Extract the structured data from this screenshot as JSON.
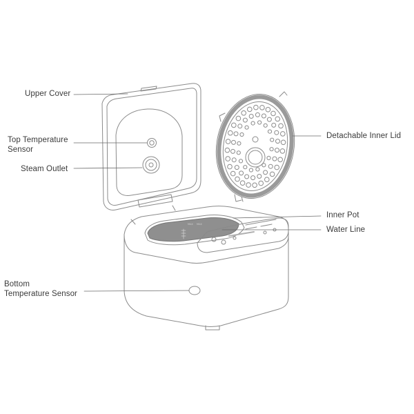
{
  "diagram": {
    "labels": {
      "upper_cover": "Upper Cover",
      "top_temperature_sensor_line1": "Top Temperature",
      "top_temperature_sensor_line2": "Sensor",
      "steam_outlet": "Steam Outlet",
      "bottom_temperature_sensor_line1": "Bottom",
      "bottom_temperature_sensor_line2": "Temperature Sensor",
      "detachable_inner_lid": "Detachable Inner Lid",
      "inner_pot": "Inner Pot",
      "water_line": "Water Line"
    },
    "colors": {
      "line": "#8a8a8a",
      "leader": "#6a6a6a",
      "pot_fill": "#8f8f8f",
      "gasket": "#9a9a9a",
      "text": "#3a3a3a"
    }
  }
}
